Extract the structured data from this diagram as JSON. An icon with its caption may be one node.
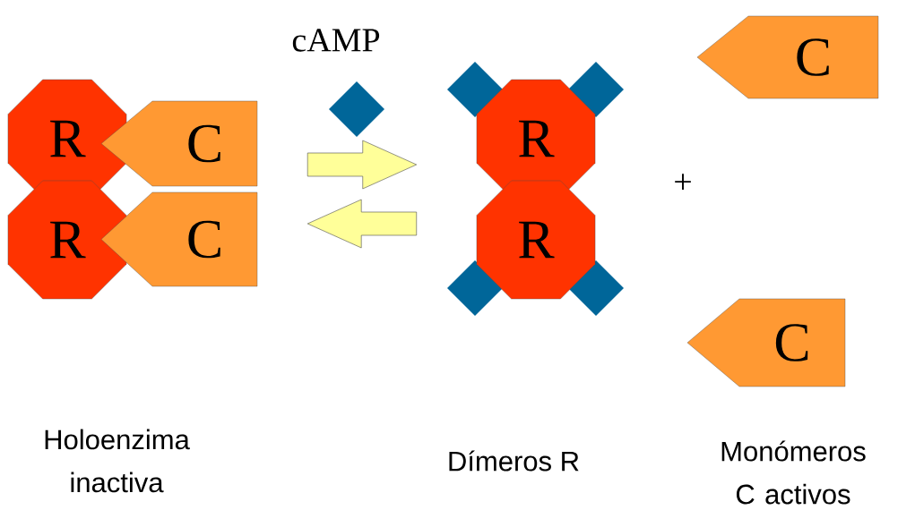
{
  "diagram": {
    "nodes": [
      {
        "text": [
          "R"
        ]
      },
      {
        "text": [
          "C"
        ]
      },
      {
        "text": [
          "R"
        ]
      },
      {
        "text": [
          "C"
        ]
      },
      {
        "text": [
          "R"
        ]
      },
      {
        "text": [
          "R"
        ]
      },
      {
        "text": [
          "C"
        ]
      },
      {
        "text": [
          "C"
        ]
      }
    ],
    "edges": [
      {
        "from": 1,
        "to": 4,
        "arrow": "to"
      },
      {
        "from": 5,
        "to": 3,
        "arrow": "to"
      }
    ],
    "labels": [
      "cAMP",
      "+",
      "Holoenzima inactiva",
      "Dímeros R",
      "Monómeros C activos"
    ]
  }
}
